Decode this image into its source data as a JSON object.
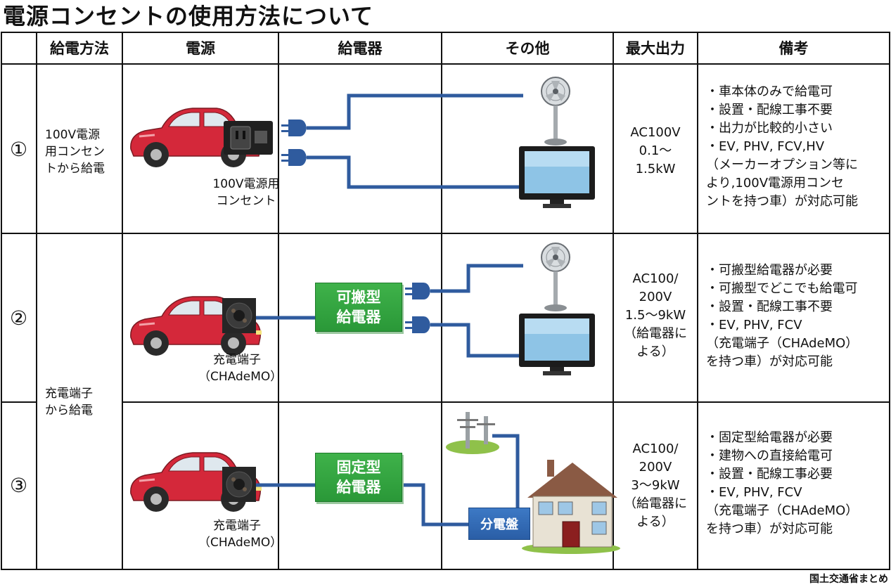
{
  "title": "電源コンセントの使用方法について",
  "headers": [
    "給電方法",
    "電源",
    "給電器",
    "その他",
    "最大出力",
    "備考"
  ],
  "rows": [
    {
      "number": "①",
      "method": [
        "100V電源",
        "用コンセン",
        "トから給電"
      ],
      "source_label": [
        "100V電源用",
        "コンセント"
      ],
      "output": [
        "AC100V",
        "0.1～",
        "1.5kW"
      ],
      "notes": [
        "・車本体のみで給電可",
        "・設置・配線工事不要",
        "・出力が比較的小さい",
        "・EV, PHV, FCV,HV",
        "（メーカーオプション等に",
        "より,100V電源用コンセ",
        "ントを持つ車）が対応可能"
      ]
    },
    {
      "number": "②",
      "source_label": [
        "充電端子",
        "（CHAdeMO）"
      ],
      "feeder": [
        "可搬型",
        "給電器"
      ],
      "output": [
        "AC100/",
        "200V",
        "1.5～9kW",
        "（給電器に",
        "よる）"
      ],
      "notes": [
        "・可搬型給電器が必要",
        "・可搬型でどこでも給電可",
        "・設置・配線工事不要",
        "・EV, PHV,  FCV",
        "（充電端子（CHAdeMO）",
        "を持つ車）が対応可能"
      ]
    },
    {
      "number": "③",
      "source_label": [
        "充電端子",
        "（CHAdeMO）"
      ],
      "feeder": [
        "固定型",
        "給電器"
      ],
      "panel": "分電盤",
      "output": [
        "AC100/",
        "200V",
        "3～9kW",
        "（給電器に",
        "よる）"
      ],
      "notes": [
        "・固定型給電器が必要",
        "・建物への直接給電可",
        "・設置・配線工事必要",
        "・EV, PHV,  FCV",
        "（充電端子（CHAdeMO）",
        "を持つ車）が対応可能"
      ]
    }
  ],
  "method_shared": [
    "充電端子",
    "から給電"
  ],
  "source_credit": "国土交通省まとめ",
  "colors": {
    "car": "#d4283a",
    "cable": "#2f5b9e",
    "feeder": "#34a743",
    "panel": "#2d63ad"
  }
}
